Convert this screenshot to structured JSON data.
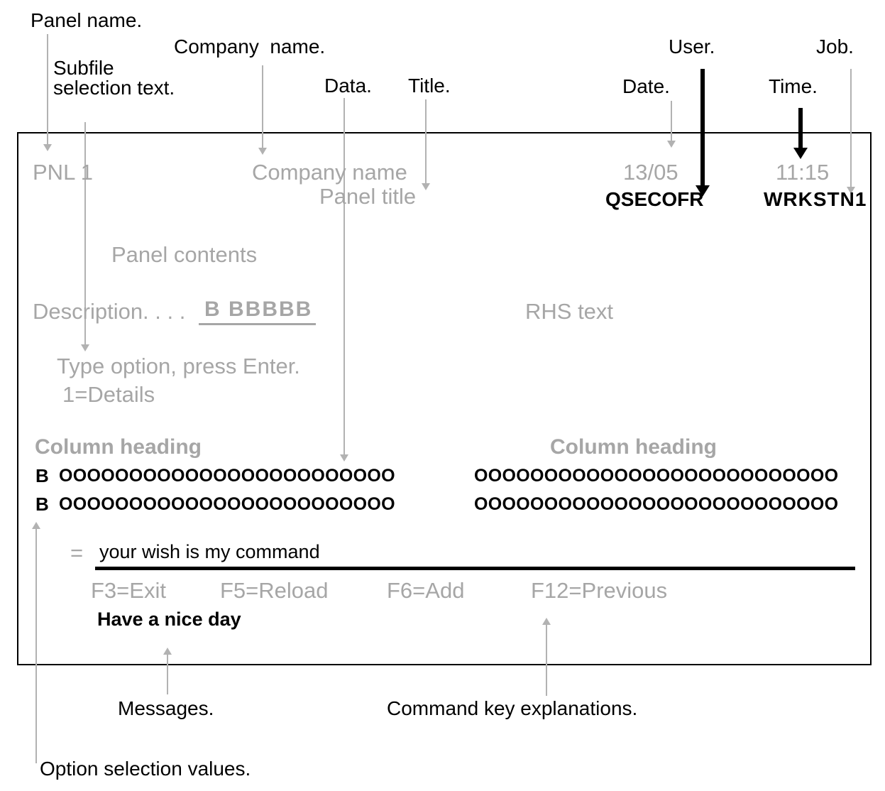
{
  "colors": {
    "background": "#ffffff",
    "screen_text_gray": "#a6a6a6",
    "arrow_gray": "#b2b2b2",
    "annotation_black": "#000000"
  },
  "annotations": {
    "panel_name": "Panel name.",
    "subfile_line1": "Subfile",
    "subfile_line2": "selection text.",
    "company_name": "Company  name.",
    "data": "Data.",
    "title": "Title.",
    "date": "Date.",
    "user": "User.",
    "time": "Time.",
    "job": "Job.",
    "messages": "Messages.",
    "command_keys": "Command key explanations.",
    "option_values": "Option selection values."
  },
  "panel": {
    "name": "PNL 1",
    "company_name": "Company name",
    "date": "13/05",
    "time": "11:15",
    "title": "Panel title",
    "user": "QSECOFR",
    "job": "WRKSTN1",
    "contents_label": "Panel contents",
    "description_label": "Description. . . .",
    "description_value": "B BBBBB",
    "rhs_text": "RHS text",
    "subfile_prompt": "Type option, press Enter.",
    "subfile_option": "1=Details",
    "column_heading_left": "Column heading",
    "column_heading_right": "Column heading",
    "rows": [
      {
        "option": "B",
        "left": "OOOOOOOOOOOOOOOOOOOOOOOO",
        "right": "OOOOOOOOOOOOOOOOOOOOOOOOOO"
      },
      {
        "option": "B",
        "left": "OOOOOOOOOOOOOOOOOOOOOOOO",
        "right": "OOOOOOOOOOOOOOOOOOOOOOOOOO"
      }
    ],
    "command_prompt": "=",
    "command_value": "your wish is my command",
    "function_keys": [
      "F3=Exit",
      "F5=Reload",
      "F6=Add",
      "F12=Previous"
    ],
    "message": "Have a nice day"
  }
}
